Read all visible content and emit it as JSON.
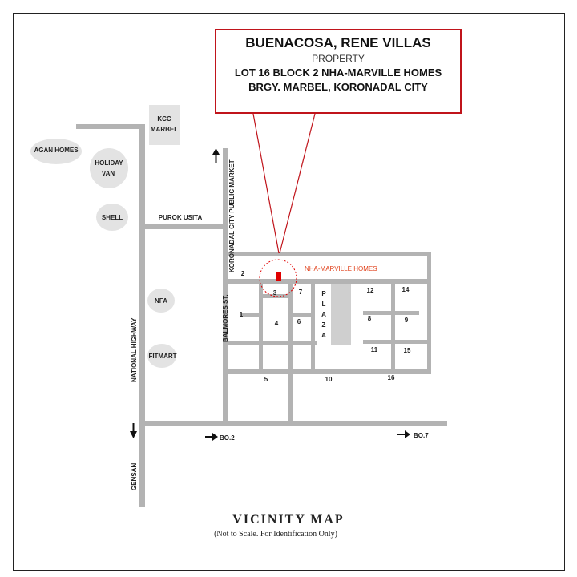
{
  "callout": {
    "owner": "BUENACOSA, RENE VILLAS",
    "kind": "PROPERTY",
    "lot": "LOT 16 BLOCK 2 NHA-MARVILLE HOMES",
    "barangay": "BRGY. MARBEL, KORONADAL CITY"
  },
  "landmarks": {
    "kcc": "KCC",
    "kcc2": "MARBEL",
    "agan": "AGAN HOMES",
    "holiday": "HOLIDAY",
    "holiday2": "VAN",
    "shell": "SHELL",
    "nfa": "NFA",
    "fitmart": "FITMART"
  },
  "roads": {
    "purok": "PUROK USITA",
    "public_market": "KORONADAL CITY PUBLIC MARKET",
    "balmores": "BALMORES ST.",
    "national_highway": "NATIONAL HIGHWAY",
    "gensan": "GENSAN",
    "bo2": "BO.2",
    "bo7": "BO.7"
  },
  "subdivision": {
    "name": "NHA-MARVILLE HOMES",
    "plaza": [
      "P",
      "L",
      "A",
      "Z",
      "A"
    ],
    "blocks": [
      "1",
      "2",
      "3",
      "4",
      "5",
      "6",
      "7",
      "8",
      "9",
      "10",
      "11",
      "12",
      "14",
      "15",
      "16"
    ]
  },
  "title": "VICINITY MAP",
  "subtitle": "(Not to Scale. For Identification Only)",
  "colors": {
    "road": "#b3b3b3",
    "landmark": "#e3e3e3",
    "accent": "#e00000",
    "subdivision_label": "#e0401a"
  }
}
